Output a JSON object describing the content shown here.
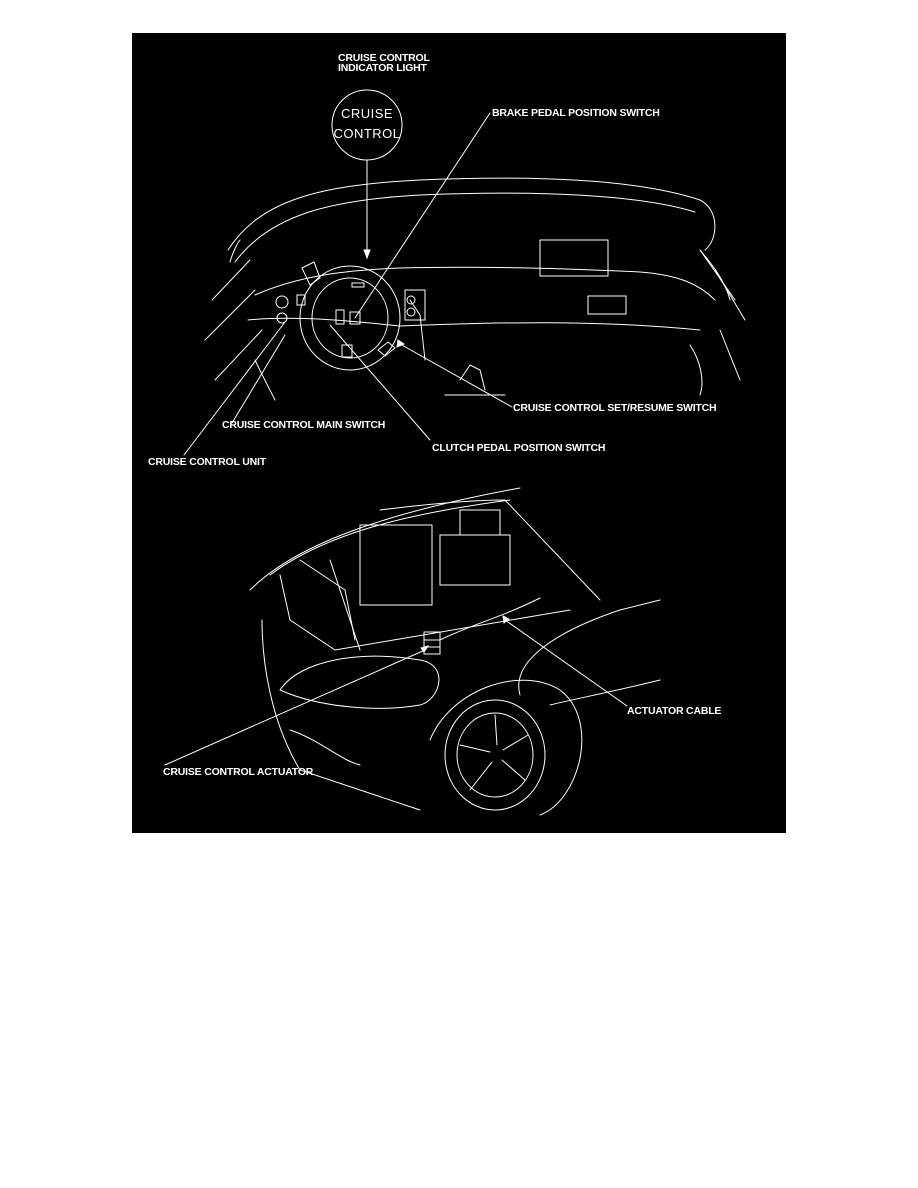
{
  "figure": {
    "background": "#000000",
    "line_color": "#ffffff",
    "page_background": "#ffffff"
  },
  "indicator": {
    "title_line1": "CRUISE CONTROL",
    "title_line2": "INDICATOR LIGHT",
    "lamp_line1": "CRUISE",
    "lamp_line2": "CONTROL"
  },
  "interior_labels": {
    "brake_pedal_switch": "BRAKE PEDAL POSITION SWITCH",
    "set_resume_switch": "CRUISE CONTROL SET/RESUME SWITCH",
    "main_switch": "CRUISE CONTROL MAIN SWITCH",
    "clutch_pedal_switch": "CLUTCH PEDAL POSITION SWITCH",
    "control_unit": "CRUISE CONTROL UNIT"
  },
  "engine_labels": {
    "actuator_cable": "ACTUATOR CABLE",
    "actuator": "CRUISE CONTROL ACTUATOR"
  }
}
